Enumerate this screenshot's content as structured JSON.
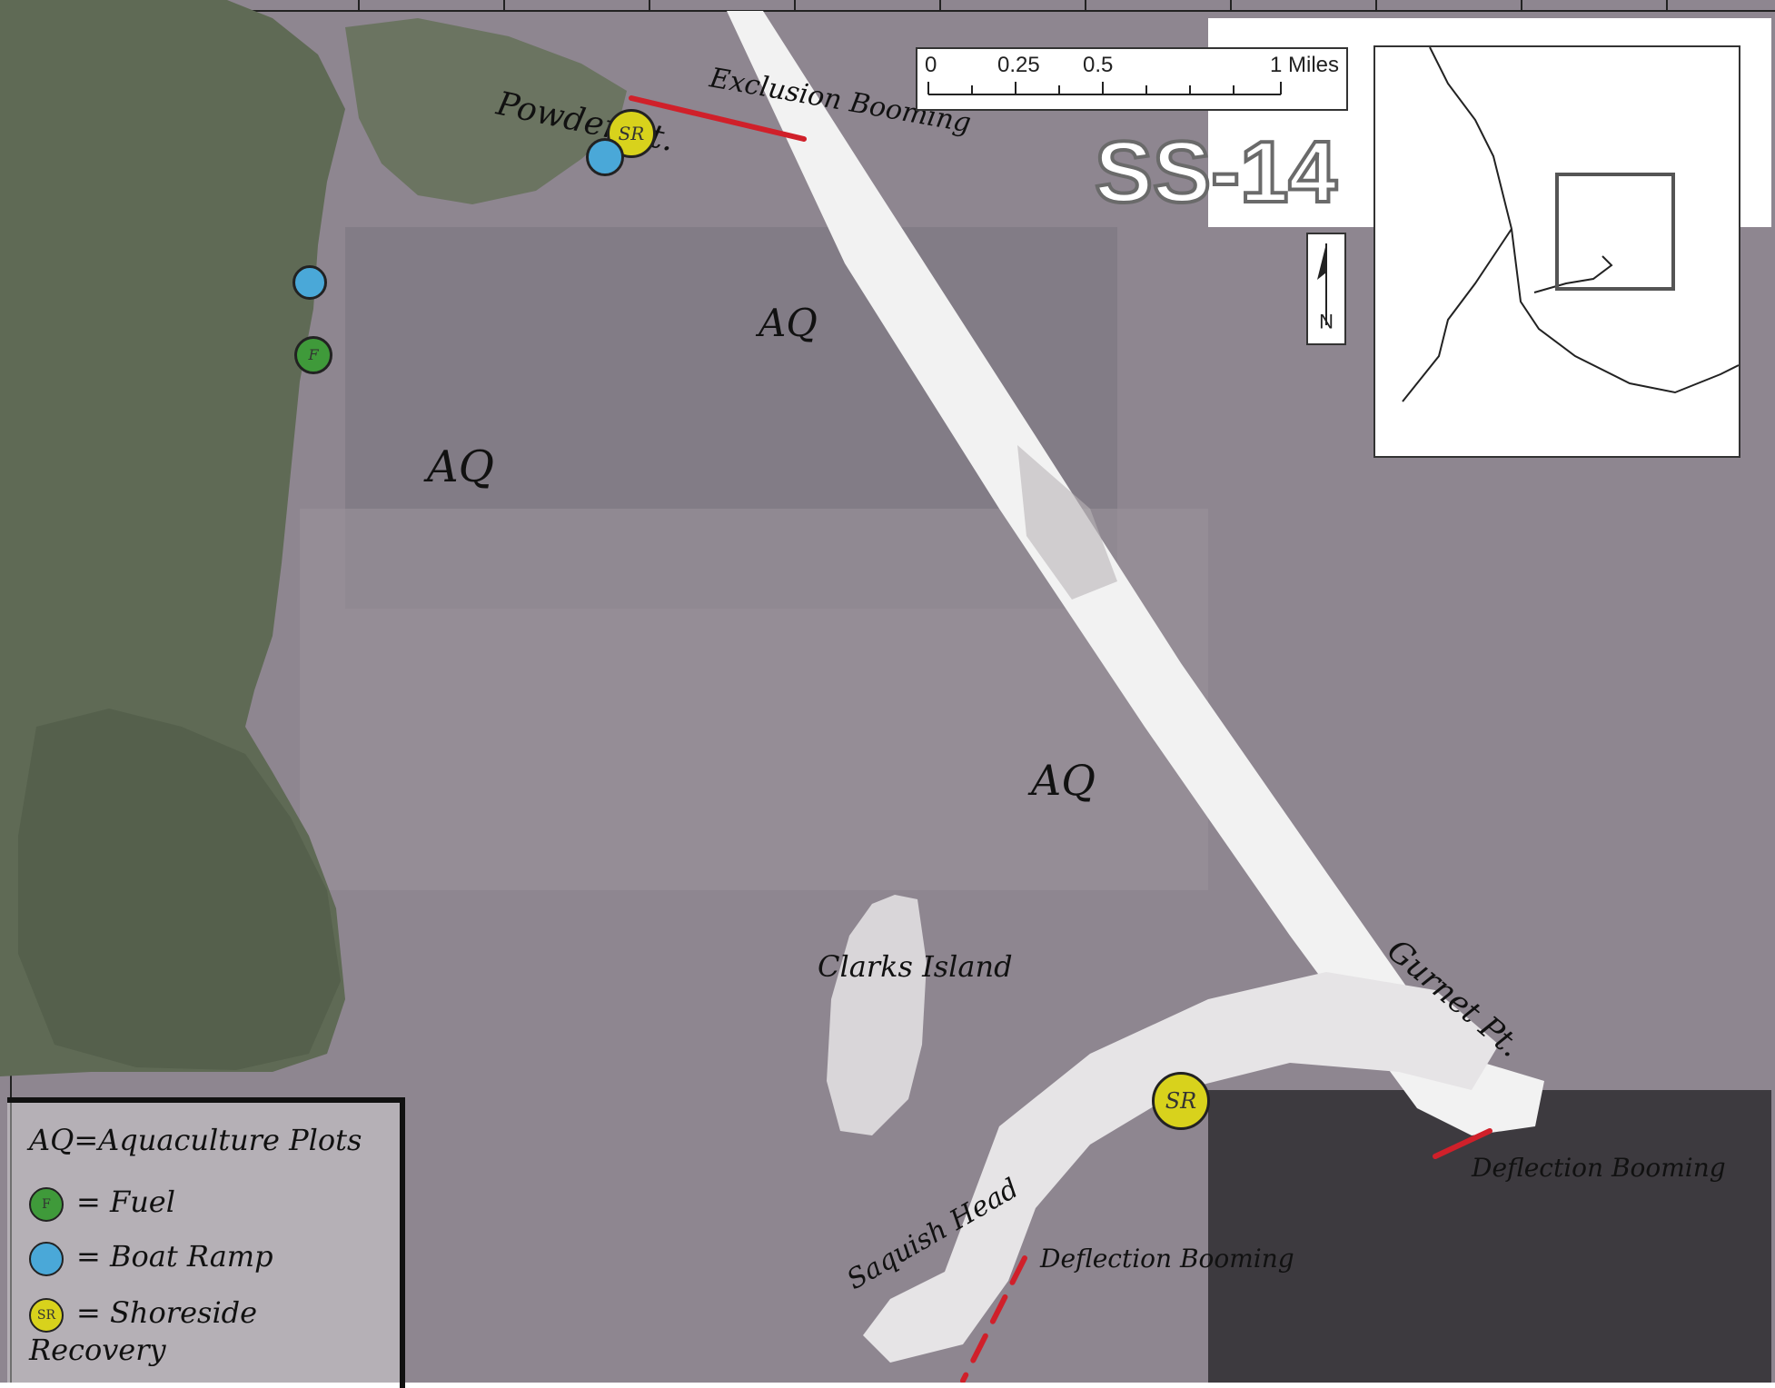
{
  "map": {
    "title": "SS-14",
    "scale": {
      "ticks": [
        "0",
        "0.25",
        "0.5",
        "1 Miles"
      ]
    },
    "north_label": "N",
    "labels": {
      "powder_pt": "Powder Pt.",
      "exclusion_booming": "Exclusion Booming",
      "aq_1": "AQ",
      "aq_2": "AQ",
      "aq_3": "AQ",
      "clarks_island": "Clarks Island",
      "gurnet_pt": "Gurnet Pt.",
      "saquish_head": "Saquish Head",
      "deflection_booming_1": "Deflection Booming",
      "deflection_booming_2": "Deflection Booming"
    },
    "markers": {
      "sr_top": "SR",
      "br_top": "",
      "br_left": "",
      "fuel_left": "F",
      "sr_bottom": "SR"
    },
    "legend": {
      "aq": "AQ=Aquaculture Plots",
      "fuel_code": "F",
      "fuel": "= Fuel",
      "ramp": "= Boat Ramp",
      "sr_code": "SR",
      "sr": "= Shoreside Recovery"
    },
    "colors": {
      "water": "#8e8690",
      "land": "#5f6a55",
      "beach": "#f2f2f2",
      "boom": "#d0202a",
      "fuel": "#3f9a3a",
      "ramp": "#4aa8d8",
      "sr": "#d8d21c"
    }
  }
}
